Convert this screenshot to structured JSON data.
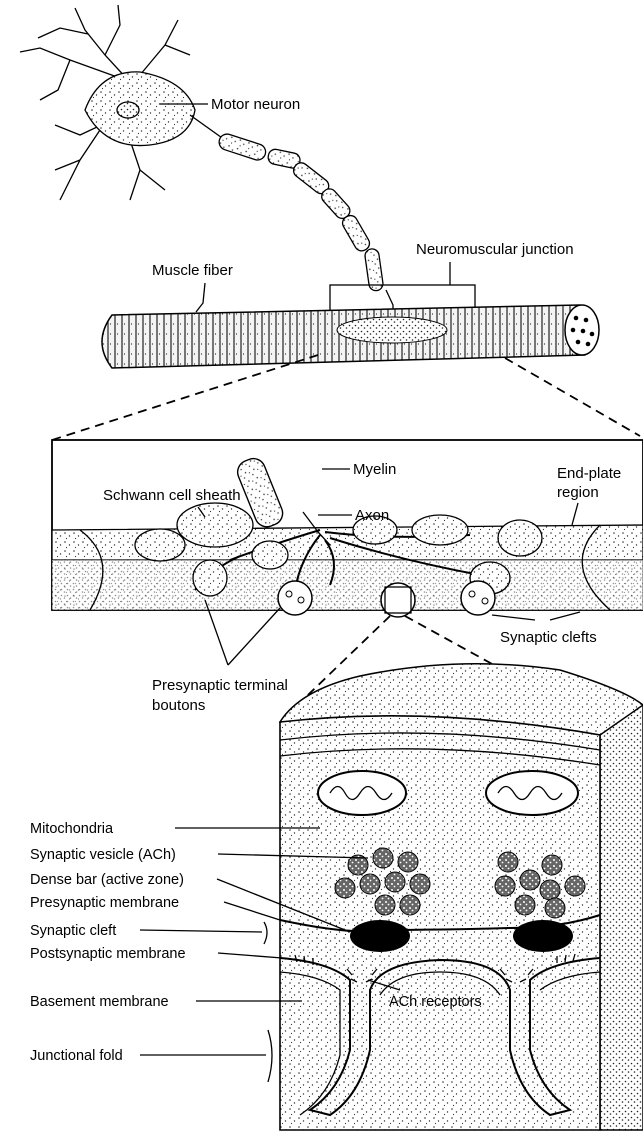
{
  "labels": {
    "motor_neuron": "Motor neuron",
    "neuromuscular_junction": "Neuromuscular junction",
    "muscle_fiber": "Muscle fiber",
    "myelin": "Myelin",
    "schwann_cell_sheath": "Schwann cell sheath",
    "axon": "Axon",
    "end_plate_line1": "End-plate",
    "end_plate_line2": "region",
    "synaptic_clefts": "Synaptic clefts",
    "presynaptic_line1": "Presynaptic terminal",
    "presynaptic_line2": "boutons",
    "mitochondria": "Mitochondria",
    "synaptic_vesicle": "Synaptic vesicle (ACh)",
    "dense_bar": "Dense bar (active zone)",
    "presynaptic_membrane": "Presynaptic membrane",
    "synaptic_cleft": "Synaptic cleft",
    "postsynaptic_membrane": "Postsynaptic membrane",
    "basement_membrane": "Basement membrane",
    "ach_receptors": "ACh receptors",
    "junctional_fold": "Junctional fold"
  }
}
